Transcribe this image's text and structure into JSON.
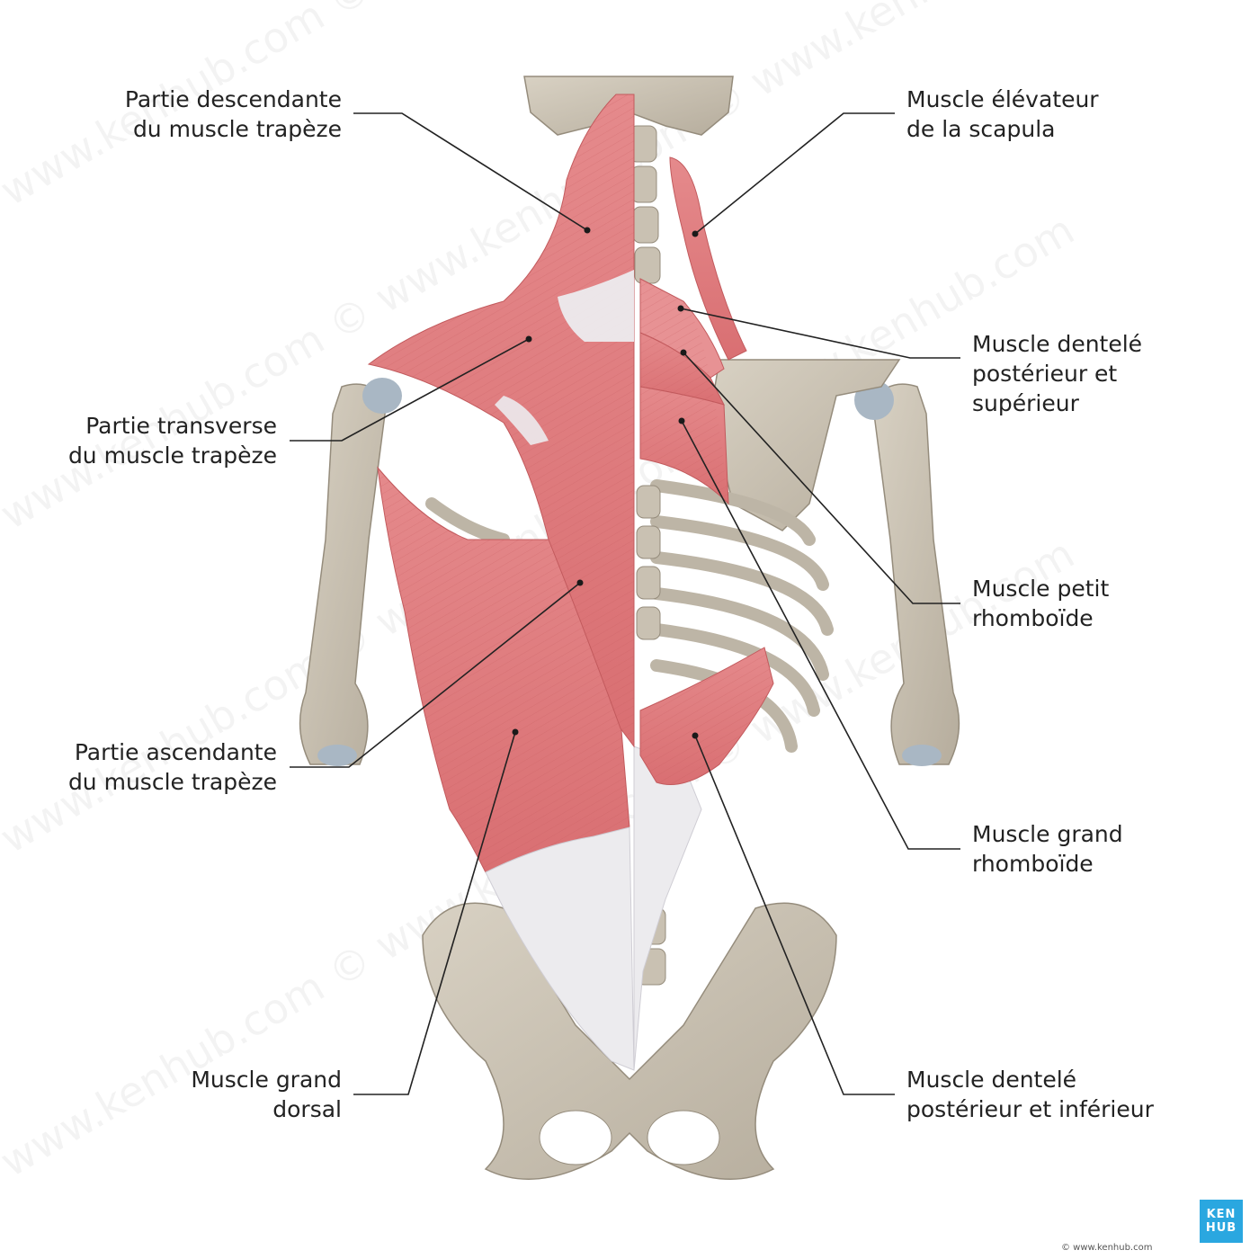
{
  "labels": {
    "trapeze_descendant": [
      "Partie descendante",
      "du muscle trapèze"
    ],
    "trapeze_transverse": [
      "Partie transverse",
      "du muscle trapèze"
    ],
    "trapeze_ascendant": [
      "Partie ascendante",
      "du muscle trapèze"
    ],
    "grand_dorsal": [
      "Muscle grand",
      "dorsal"
    ],
    "elevateur_scapula": [
      "Muscle élévateur",
      "de la scapula"
    ],
    "dentele_superieur": [
      "Muscle dentelé",
      "postérieur et",
      "supérieur"
    ],
    "petit_rhomboide": [
      "Muscle petit",
      "rhomboïde"
    ],
    "grand_rhomboide": [
      "Muscle grand",
      "rhomboïde"
    ],
    "dentele_inferieur": [
      "Muscle dentelé",
      "postérieur et inférieur"
    ]
  },
  "watermark": "© www.kenhub.com",
  "copyright": "© www.kenhub.com",
  "logo": [
    "KEN",
    "HUB"
  ],
  "colors": {
    "bone": "#cfc7b8",
    "bone_shade": "#a89f8f",
    "muscle": "#e07e80",
    "muscle_light": "#eb9c9c",
    "tendon": "#ecebee",
    "cartilage": "#a9b7c4",
    "logo": "#2aa7e0"
  }
}
